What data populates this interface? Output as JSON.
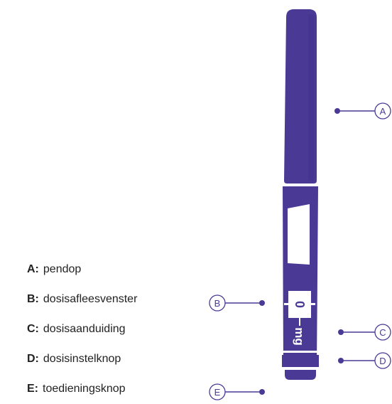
{
  "colors": {
    "pen_body": "#4a3a96",
    "pen_dark": "#3b2e84",
    "window": "#ffffff",
    "callout": "#4a3a96",
    "text": "#222222"
  },
  "legend": [
    {
      "key": "A:",
      "label": "pendop"
    },
    {
      "key": "B:",
      "label": "dosisafleesvenster"
    },
    {
      "key": "C:",
      "label": "dosisaanduiding"
    },
    {
      "key": "D:",
      "label": "dosisinstelknop"
    },
    {
      "key": "E:",
      "label": "toedieningsknop"
    }
  ],
  "callouts": {
    "A": "A",
    "B": "B",
    "C": "C",
    "D": "D",
    "E": "E"
  },
  "dose_window": {
    "value": "0",
    "unit": "mg"
  }
}
